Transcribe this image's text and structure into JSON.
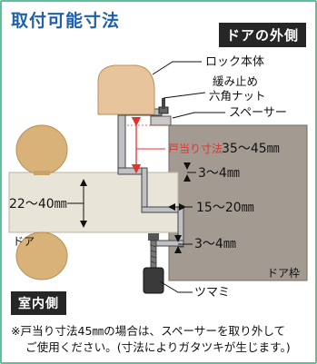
{
  "header": {
    "title": "取付可能寸法",
    "outside_tag": "ドアの外側",
    "inside_tag": "室内側"
  },
  "labels": {
    "lock_body": "ロック本体",
    "loosen_stop": "緩み止め",
    "hex_nut": "六角ナット",
    "spacer": "スペーサー",
    "door_stop_dim_label": "戸当り寸法",
    "door_stop_dim_value": "35～45㎜",
    "gap_top": "3～4㎜",
    "door_thickness": "22～40㎜",
    "clamp_range": "15～20㎜",
    "gap_bottom": "3～4㎜",
    "door": "ドア",
    "door_frame": "ドア枠",
    "knob": "ツマミ"
  },
  "note": {
    "line1": "※戸当り寸法45㎜の場合は、スペーサーを取り外して",
    "line2": "ご使用ください。(寸法によりガタツキが生じます。)"
  },
  "colors": {
    "title": "#1f5fae",
    "accent_red": "#e0332f",
    "frame_green": "#5fbf9a",
    "door": "#e8e4d8",
    "door_frame": "#a39b92",
    "knob": "#d9b27a",
    "lock_body": "#e7c49c"
  }
}
